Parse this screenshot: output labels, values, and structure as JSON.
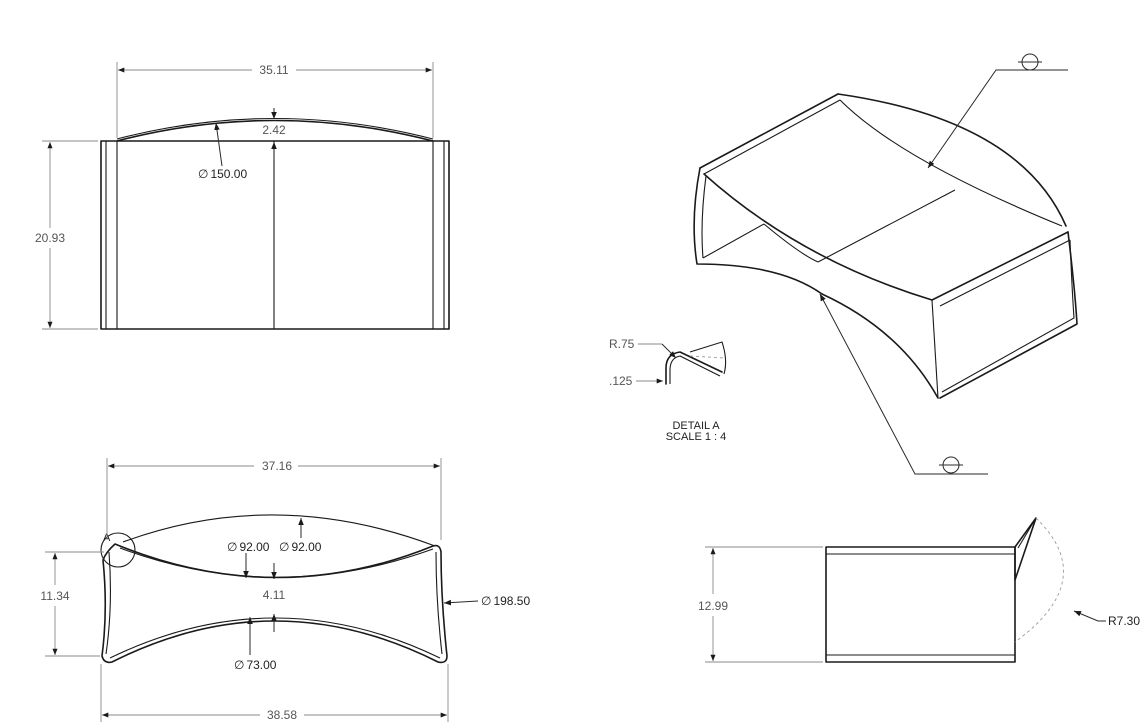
{
  "front_view": {
    "width_dim": "35.11",
    "arc_height_dim": "2.42",
    "arc_diameter": "150.00",
    "height_dim": "20.93"
  },
  "top_view": {
    "top_width_dim": "37.16",
    "bottom_width_dim": "38.58",
    "depth_dim": "11.34",
    "upper_arc_diameter_left": "92.00",
    "upper_arc_diameter_right": "92.00",
    "lower_arc_diameter": "73.00",
    "side_arc_diameter": "198.50",
    "waist_dim": "4.11",
    "detail_callout": "A"
  },
  "detail_a": {
    "radius": "R.75",
    "thickness": ".125",
    "title": "DETAIL A",
    "scale": "SCALE 1 : 4"
  },
  "side_view": {
    "height_dim": "12.99",
    "flange_radius": "R7.30"
  },
  "symbols": {
    "diameter": "∅"
  }
}
